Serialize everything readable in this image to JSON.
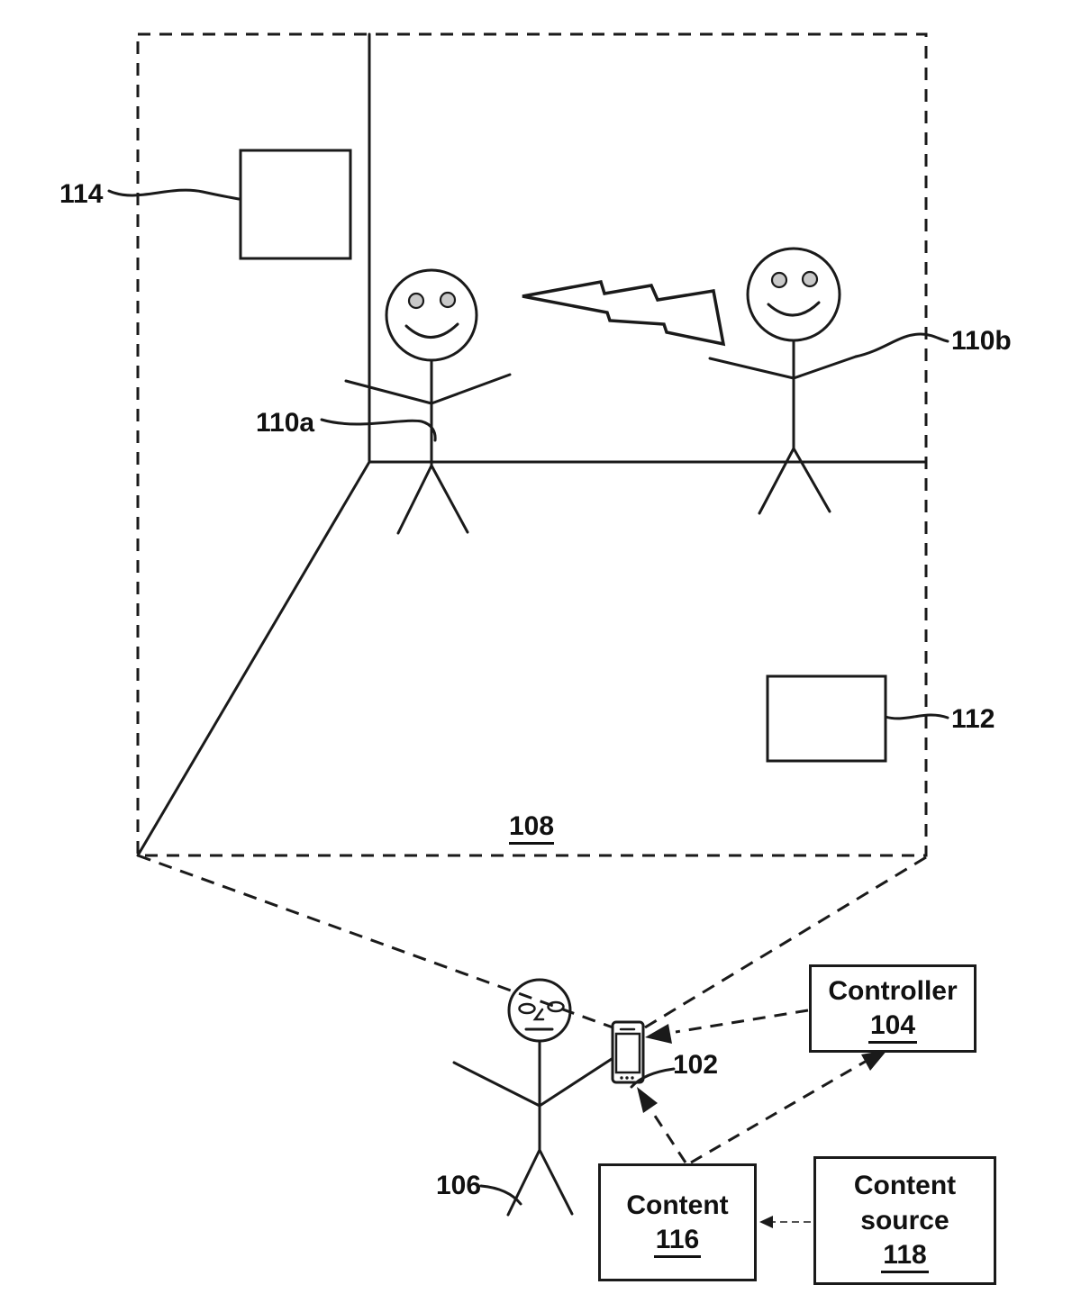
{
  "figure": {
    "colors": {
      "line": "#1a1a1a",
      "background": "#ffffff"
    }
  },
  "labels": {
    "ref_114": "114",
    "ref_110a": "110a",
    "ref_110b": "110b",
    "ref_112": "112",
    "ref_108": "108",
    "ref_102": "102",
    "ref_106": "106"
  },
  "boxes": {
    "controller": {
      "title": "Controller",
      "ref": "104"
    },
    "content": {
      "title": "Content",
      "ref": "116"
    },
    "content_source": {
      "line1": "Content",
      "line2": "source",
      "ref": "118"
    }
  },
  "icons": {
    "person_110a": "smiling-stick-figure",
    "person_110b": "smiling-stick-figure",
    "person_106": "viewer-stick-figure",
    "device_102": "smartphone",
    "bolt": "lightning-bolt",
    "display_114": "wall-display-rectangle",
    "display_112": "display-rectangle",
    "room_108": "dashed-room-boundary"
  }
}
